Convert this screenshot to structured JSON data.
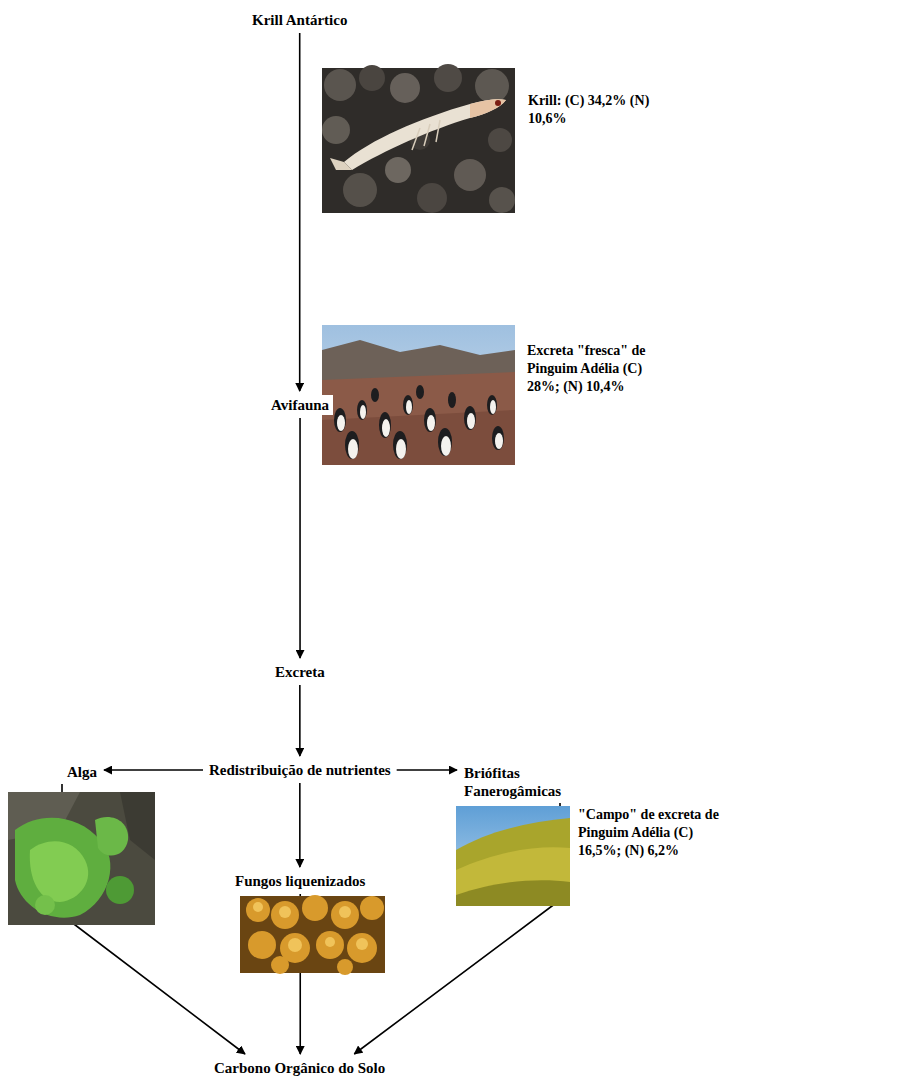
{
  "diagram": {
    "nodes": [
      {
        "text": [
          "Krill Antártico"
        ]
      },
      {
        "text": [
          "Avifauna"
        ]
      },
      {
        "text": [
          "Excreta"
        ]
      },
      {
        "text": [
          "Redistribuição de nutrientes"
        ]
      },
      {
        "text": [
          "Alga"
        ]
      },
      {
        "text": [
          "Briófitas Fanerogâmicas"
        ]
      },
      {
        "text": [
          "Fungos liquenizados"
        ]
      },
      {
        "text": [
          "Carbono Orgânico do Solo"
        ]
      }
    ],
    "edges": [
      {
        "from": 0,
        "to": 1,
        "arrow": "to"
      },
      {
        "from": 1,
        "to": 2,
        "arrow": "to"
      },
      {
        "from": 2,
        "to": 3,
        "arrow": "to"
      },
      {
        "from": 3,
        "to": 4,
        "arrow": "to"
      },
      {
        "from": 3,
        "to": 5,
        "arrow": "to"
      },
      {
        "from": 3,
        "to": 6,
        "arrow": "to"
      },
      {
        "from": 4,
        "to": 7,
        "arrow": "to"
      },
      {
        "from": 6,
        "to": 7,
        "arrow": "to"
      },
      {
        "from": 5,
        "to": 7,
        "arrow": "to"
      }
    ],
    "labels": [
      "Krill: (C) 34,2% (N) 10,6%",
      "Excreta \"fresca\" de Pinguim Adélia (C) 28%; (N) 10,4%",
      "\"Campo\" de excreta de Pinguim Adélia (C) 16,5%; (N) 6,2%"
    ]
  }
}
